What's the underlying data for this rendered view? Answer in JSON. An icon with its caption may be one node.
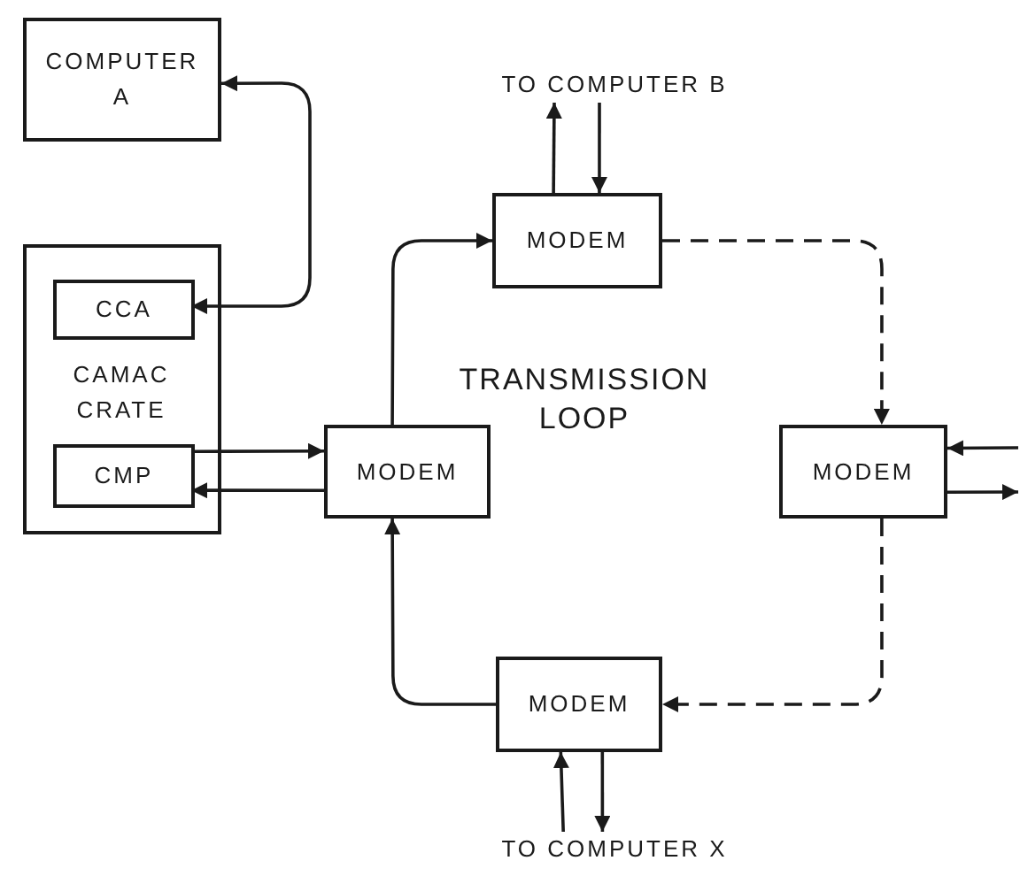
{
  "diagram": {
    "nodes": [
      {
        "text": [
          "COMPUTER A"
        ]
      },
      {
        "text": [
          "CAMAC CRATE"
        ]
      },
      {
        "text": [
          "CCA"
        ],
        "in": 1
      },
      {
        "text": [
          "CMP"
        ],
        "in": 1
      },
      {
        "text": [
          "MODEM"
        ]
      },
      {
        "text": [
          "TO COMPUTER B"
        ]
      },
      {
        "text": [
          "MODEM"
        ]
      },
      {
        "text": [
          "MODEM"
        ]
      },
      {
        "text": [
          "MODEM"
        ]
      },
      {
        "text": [
          "TO COMPUTER X"
        ]
      }
    ],
    "edges": [
      {
        "from": 0,
        "to": 2,
        "arrow": "both"
      },
      {
        "from": 3,
        "to": 4,
        "arrow": "to"
      },
      {
        "from": 4,
        "to": 3,
        "arrow": "to"
      },
      {
        "from": 4,
        "to": 6,
        "arrow": "to"
      },
      {
        "from": 6,
        "to": 5,
        "arrow": "to"
      },
      {
        "from": 5,
        "to": 6,
        "arrow": "to"
      },
      {
        "from": 6,
        "to": 7,
        "arrow": "to",
        "style": "dashed"
      },
      {
        "from": null,
        "to": 7,
        "arrow": "to"
      },
      {
        "from": 7,
        "to": null,
        "arrow": "to"
      },
      {
        "from": 7,
        "to": 8,
        "arrow": "to",
        "style": "dashed"
      },
      {
        "from": 8,
        "to": 4,
        "arrow": "to"
      },
      {
        "from": 9,
        "to": 8,
        "arrow": "to"
      },
      {
        "from": 8,
        "to": 9,
        "arrow": "to"
      }
    ],
    "labels": [
      "TRANSMISSION LOOP"
    ]
  }
}
